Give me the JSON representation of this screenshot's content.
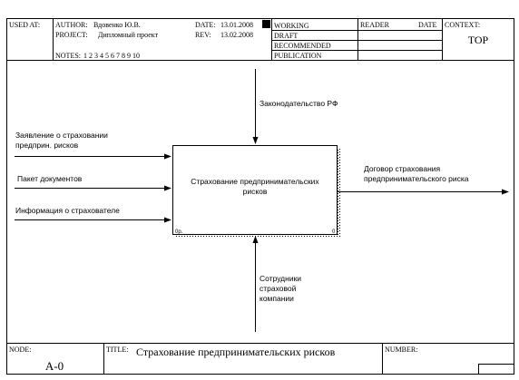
{
  "header": {
    "used_at_label": "USED AT:",
    "author_label": "AUTHOR:",
    "author_value": "Вдовенко Ю.В.",
    "project_label": "PROJECT:",
    "project_value": "Дипломный проект",
    "notes_label": "NOTES:",
    "notes_value": "1 2 3 4 5 6 7 8 9 10",
    "date_label": "DATE:",
    "date_value": "13.01.2008",
    "rev_label": "REV:",
    "rev_value": "13.02.2008",
    "status_items": [
      "WORKING",
      "DRAFT",
      "RECOMMENDED",
      "PUBLICATION"
    ],
    "reader_label": "READER",
    "reader_date_label": "DATE",
    "context_label": "CONTEXT:",
    "context_value": "TOP"
  },
  "diagram": {
    "activity_label_line1": "Страхование предпринимательских",
    "activity_label_line2": "рисков",
    "activity_number": "0р.",
    "activity_corner": "0",
    "control_label": "Законодательство РФ",
    "inputs": [
      {
        "line1": "Заявление о страховании",
        "line2": "предприн. рисков"
      },
      {
        "line1": "Пакет документов",
        "line2": ""
      },
      {
        "line1": "Информация о страхователе",
        "line2": ""
      }
    ],
    "output_line1": "Договор страхования",
    "output_line2": "предпринимательского риска",
    "mechanism_lines": [
      "Сотрудники",
      "страховой",
      "компании"
    ]
  },
  "footer": {
    "node_label": "NODE:",
    "node_value": "A-0",
    "title_label": "TITLE:",
    "title_value": "Страхование предпринимательских рисков",
    "number_label": "NUMBER:"
  }
}
